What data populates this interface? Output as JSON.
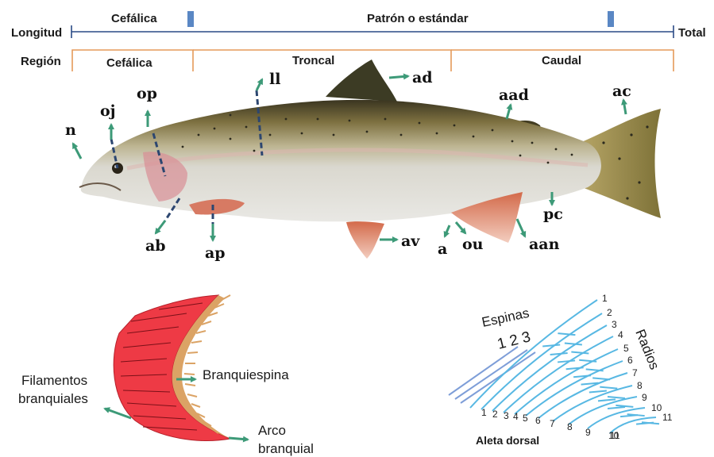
{
  "length_bar": {
    "row_label": "Longitud",
    "cephalic": "Cefálica",
    "standard": "Patrón o estándar",
    "total": "Total"
  },
  "regions": {
    "row_label": "Región",
    "cephalic": "Cefálica",
    "trunk": "Troncal",
    "caudal": "Caudal"
  },
  "fish_labels": {
    "n": "n",
    "oj": "oj",
    "op": "op",
    "ll": "ll",
    "ad": "ad",
    "aad": "aad",
    "ac": "ac",
    "pc": "pc",
    "aan": "aan",
    "ou": "ou",
    "a": "a",
    "av": "av",
    "ap": "ap",
    "ab": "ab"
  },
  "gill": {
    "filaments_line1": "Filamentos",
    "filaments_line2": "branquiales",
    "rakers": "Branquiespina",
    "arch_line1": "Arco",
    "arch_line2": "branquial"
  },
  "dorsal_fin": {
    "spines_title": "Espinas",
    "spine_numbers": "1 2 3",
    "rays_title": "Radios",
    "caption": "Aleta dorsal",
    "right_numbers": [
      "1",
      "2",
      "3",
      "4",
      "5",
      "6",
      "7",
      "8",
      "9",
      "10",
      "11"
    ],
    "bottom_numbers": [
      "1",
      "2",
      "3",
      "4",
      "5",
      "6",
      "7",
      "8",
      "9",
      "10",
      "11"
    ]
  },
  "colors": {
    "arrow": "#3d9a78",
    "bracket": "#e59a5a",
    "length_line": "#2a4a86",
    "marker": "#5a87c4",
    "gill_filaments": "#ee3a45",
    "gill_arch": "#dba365",
    "fin_rays": "#58b8e3",
    "fin_spines": "#7e9ed8"
  }
}
